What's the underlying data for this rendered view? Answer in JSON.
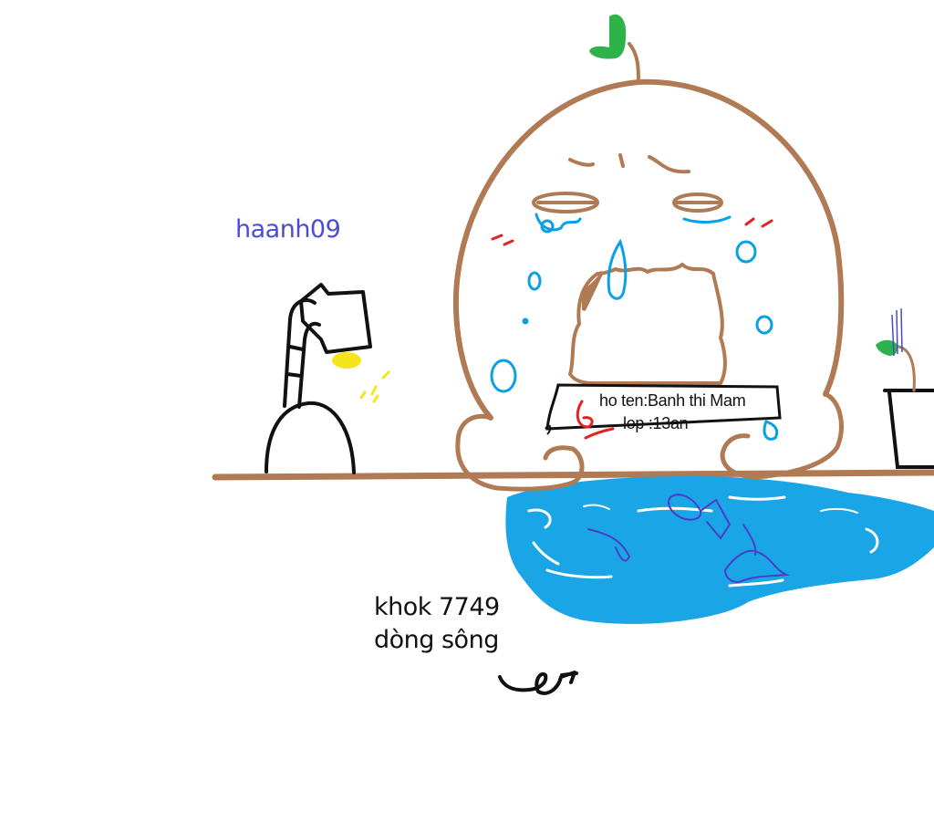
{
  "author_label": "haanh09",
  "name_sign": {
    "name_line": "ho ten:Banh thi Mam",
    "class_line": "lop :13an"
  },
  "caption": {
    "line1": "khok 7749",
    "line2": "dòng sông"
  },
  "colors": {
    "author_text": "#4b4bd6",
    "caption_text": "#111111",
    "body_outline": "#b07a55",
    "tears": "#0aa0e6",
    "puddle": "#19a5e6",
    "sprout": "#2db34a",
    "lamp_light": "#f5e61c",
    "blush": "#e52222",
    "fish": "#4a3ec8"
  }
}
